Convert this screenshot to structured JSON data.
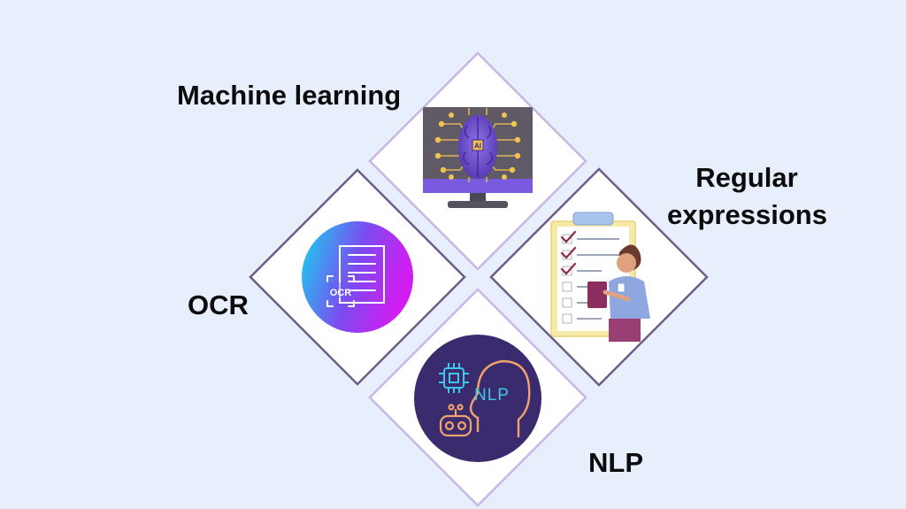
{
  "diagram": {
    "tiles": [
      {
        "id": "machine-learning",
        "label": "Machine learning",
        "icon": "ai-brain-monitor-icon"
      },
      {
        "id": "regular-expressions",
        "label_lines": [
          "Regular",
          "expressions"
        ],
        "icon": "checklist-person-icon"
      },
      {
        "id": "ocr",
        "label": "OCR",
        "icon": "ocr-document-scan-icon",
        "icon_text": "OCR"
      },
      {
        "id": "nlp",
        "label": "NLP",
        "icon": "nlp-head-robot-icon",
        "icon_text": "NLP"
      }
    ]
  },
  "colors": {
    "background": "#e7effc",
    "tile_fill": "#ffffff",
    "tile_border_light": "#c9b6e4",
    "tile_border_dark": "#6e5d86",
    "brain_purple": "#6b4fc8",
    "monitor_screen": "#5f5a66",
    "ocr_gradient_start": "#16d6f0",
    "ocr_gradient_end": "#d21cf2",
    "nlp_circle": "#3a2a6e",
    "nlp_stroke": "#f2a36b",
    "nlp_text": "#3fc6e8"
  }
}
